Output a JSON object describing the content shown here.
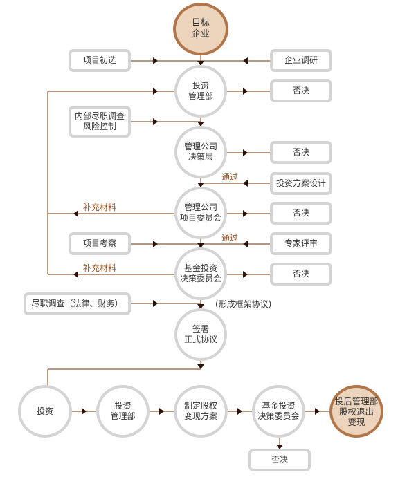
{
  "colors": {
    "line": "#8a5a38",
    "arrow": "#2a1208",
    "highlight_fill": "#edd5bd",
    "highlight_border": "#b07548",
    "node_border": "#d4d4d4",
    "accent_text": "#9b5524"
  },
  "nodes": {
    "target": "目标\n企业",
    "project_screening": "项目初选",
    "company_research": "企业调研",
    "inv_mgmt_dept": "投资\n管理部",
    "reject_1": "否决",
    "internal_dd": "内部尽职调查\n风险控制",
    "mgmt_decision": "管理公司\n决策层",
    "reject_2": "否决",
    "plan_design": "投资方案设计",
    "mgmt_committee": "管理公司\n项目委员会",
    "reject_3": "否决",
    "project_inspection": "项目考察",
    "expert_review": "专家评审",
    "fund_committee": "基金投资\n决策委员会",
    "reject_4": "否决",
    "due_diligence": "尽职调查（法律、财务）",
    "sign_agreement": "签署\n正式协议",
    "invest": "投资",
    "inv_mgmt_dept_2": "投资\n管理部",
    "exit_plan": "制定股权\n变现方案",
    "fund_committee_2": "基金投资\n决策委员会",
    "post_inv_exit": "投后管理部\n股权退出\n变现",
    "reject_5": "否决"
  },
  "labels": {
    "pass_1": "通过",
    "pass_2": "通过",
    "supplement_1": "补充材料",
    "supplement_2": "补充材料",
    "framework": "(形成框架协议)"
  }
}
